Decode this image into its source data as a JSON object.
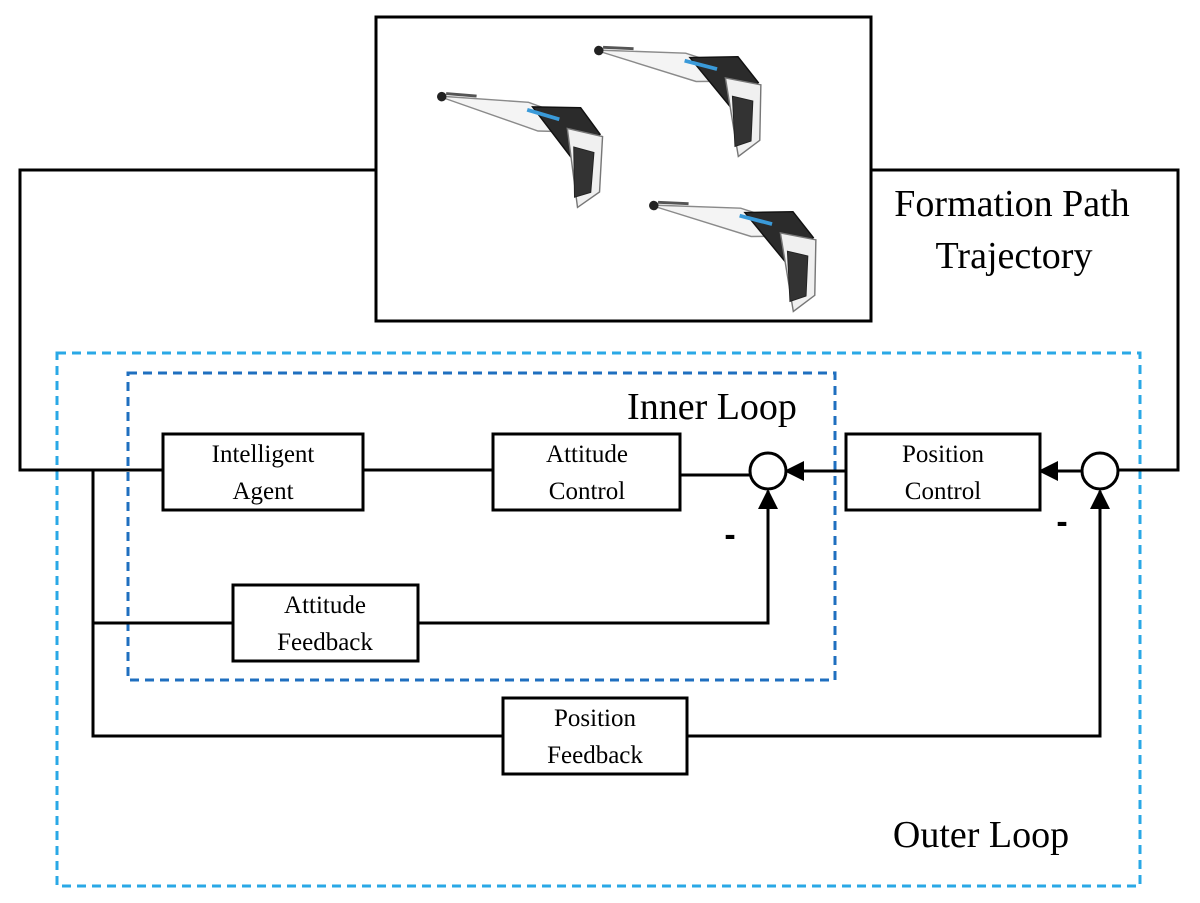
{
  "colors": {
    "inner_loop_border": "#1f6fbf",
    "outer_loop_border": "#2aa8e6",
    "lines": "#000000"
  },
  "labels": {
    "formation_line1": "Formation Path",
    "formation_line2": "Trajectory",
    "inner_loop": "Inner Loop",
    "outer_loop": "Outer Loop",
    "minus_inner": "-",
    "minus_outer": "-"
  },
  "blocks": {
    "intelligent_agent": {
      "line1": "Intelligent",
      "line2": "Agent"
    },
    "attitude_control": {
      "line1": "Attitude",
      "line2": "Control"
    },
    "position_control": {
      "line1": "Position",
      "line2": "Control"
    },
    "attitude_feedback": {
      "line1": "Attitude",
      "line2": "Feedback"
    },
    "position_feedback": {
      "line1": "Position",
      "line2": "Feedback"
    }
  },
  "image": {
    "subject": "three flying-wing UAVs in formation"
  }
}
